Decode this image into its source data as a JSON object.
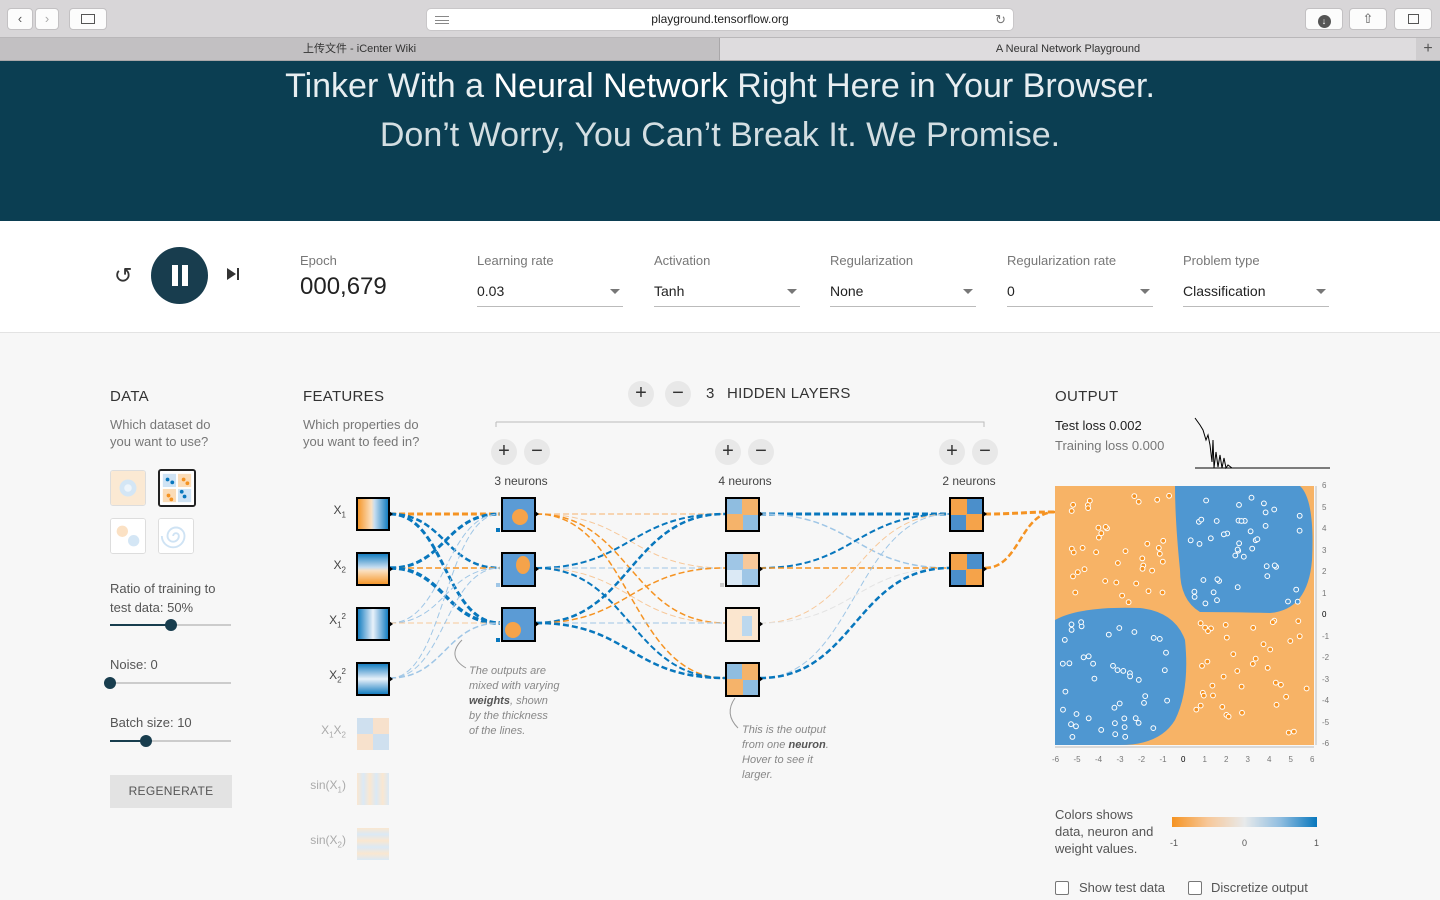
{
  "browser": {
    "url": "playground.tensorflow.org",
    "tabs": [
      {
        "label": "上传文件 - iCenter Wiki"
      },
      {
        "label": "A Neural Network Playground"
      }
    ]
  },
  "hero": {
    "line1_a": "Tinker With a ",
    "line1_b": "Neural Network",
    "line1_c": " Right Here in Your Browser.",
    "line2": "Don’t Worry, You Can’t Break It. We Promise."
  },
  "controls": {
    "epoch_label": "Epoch",
    "epoch_value": "000,679",
    "learning_rate": {
      "label": "Learning rate",
      "value": "0.03"
    },
    "activation": {
      "label": "Activation",
      "value": "Tanh"
    },
    "regularization": {
      "label": "Regularization",
      "value": "None"
    },
    "regularization_rate": {
      "label": "Regularization rate",
      "value": "0"
    },
    "problem_type": {
      "label": "Problem type",
      "value": "Classification"
    }
  },
  "data_panel": {
    "title": "DATA",
    "sub1": "Which dataset do",
    "sub2": "you want to use?",
    "ratio_label1": "Ratio of training to",
    "ratio_label2": "test data:  50%",
    "ratio_value": 0.5,
    "noise_label": "Noise:  0",
    "noise_value": 0,
    "batch_label": "Batch size:  10",
    "batch_value": 0.3,
    "regenerate": "REGENERATE"
  },
  "features_panel": {
    "title": "FEATURES",
    "sub1": "Which properties do",
    "sub2": "you want to feed in?",
    "features": [
      "X1",
      "X2",
      "X1²",
      "X2²",
      "X1X2",
      "sin(X1)",
      "sin(X2)"
    ]
  },
  "network": {
    "hidden_layers_count": "3",
    "hidden_layers_title": "HIDDEN LAYERS",
    "layers": [
      {
        "neurons_label": "3 neurons"
      },
      {
        "neurons_label": "4 neurons"
      },
      {
        "neurons_label": "2 neurons"
      }
    ],
    "note1": [
      "The outputs are",
      "mixed with varying",
      "weights",
      ", shown",
      "by the thickness",
      "of the lines."
    ],
    "note2": [
      "This is the output",
      "from one ",
      "neuron",
      ".",
      "Hover to see it",
      "larger."
    ]
  },
  "output_panel": {
    "title": "OUTPUT",
    "test_loss": "Test loss 0.002",
    "training_loss": "Training loss 0.000",
    "legend1": "Colors shows",
    "legend2": "data, neuron and",
    "legend3": "weight values.",
    "cb_min": "-1",
    "cb_mid": "0",
    "cb_max": "1",
    "show_test_data": "Show test data",
    "discretize_output": "Discretize output",
    "axis_ticks": [
      "-6",
      "-5",
      "-4",
      "-3",
      "-2",
      "-1",
      "0",
      "1",
      "2",
      "3",
      "4",
      "5",
      "6"
    ]
  },
  "colors": {
    "orange": "#f59322",
    "blue": "#0877bd",
    "dark": "#183d4e",
    "hero_bg": "#0b3e52"
  }
}
